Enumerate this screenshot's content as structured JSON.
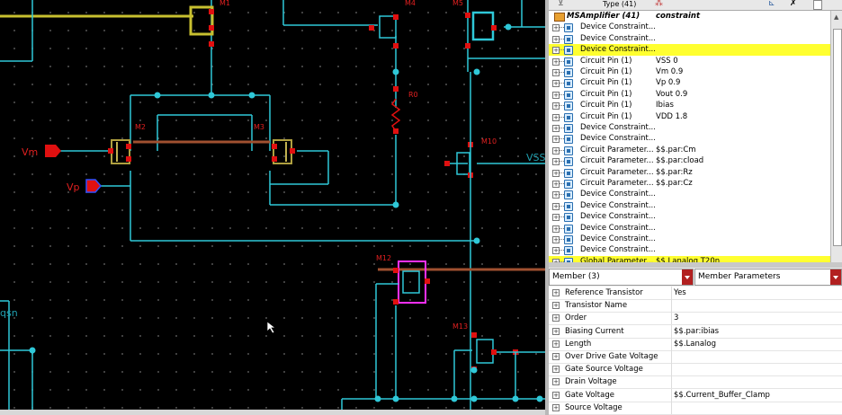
{
  "tree_header": {
    "type_label": "Type (41)"
  },
  "tree": {
    "root": {
      "name": "MSAmplifier (41)",
      "value": "constraint"
    },
    "rows": [
      {
        "name": "Device Constraint...",
        "value": "",
        "highlight": false
      },
      {
        "name": "Device Constraint...",
        "value": "",
        "highlight": false
      },
      {
        "name": "Device Constraint...",
        "value": "",
        "highlight": true
      },
      {
        "name": "Circuit Pin (1)",
        "value": "VSS 0",
        "highlight": false
      },
      {
        "name": "Circuit Pin (1)",
        "value": "Vm 0.9",
        "highlight": false
      },
      {
        "name": "Circuit Pin (1)",
        "value": "Vp 0.9",
        "highlight": false
      },
      {
        "name": "Circuit Pin (1)",
        "value": "Vout 0.9",
        "highlight": false
      },
      {
        "name": "Circuit Pin (1)",
        "value": "Ibias",
        "highlight": false
      },
      {
        "name": "Circuit Pin (1)",
        "value": "VDD 1.8",
        "highlight": false
      },
      {
        "name": "Device Constraint...",
        "value": "",
        "highlight": false
      },
      {
        "name": "Device Constraint...",
        "value": "",
        "highlight": false
      },
      {
        "name": "Circuit Parameter...",
        "value": "$$.par:Cm",
        "highlight": false
      },
      {
        "name": "Circuit Parameter...",
        "value": "$$.par:cload",
        "highlight": false
      },
      {
        "name": "Circuit Parameter...",
        "value": "$$.par:Rz",
        "highlight": false
      },
      {
        "name": "Circuit Parameter...",
        "value": "$$.par:Cz",
        "highlight": false
      },
      {
        "name": "Device Constraint...",
        "value": "",
        "highlight": false
      },
      {
        "name": "Device Constraint...",
        "value": "",
        "highlight": false
      },
      {
        "name": "Device Constraint...",
        "value": "",
        "highlight": false
      },
      {
        "name": "Device Constraint...",
        "value": "",
        "highlight": false
      },
      {
        "name": "Device Constraint...",
        "value": "",
        "highlight": false
      },
      {
        "name": "Device Constraint...",
        "value": "",
        "highlight": false
      },
      {
        "name": "Global Parameter...",
        "value": "$$.Lanalog T20n",
        "highlight": true
      }
    ]
  },
  "member_combo": {
    "value": "Member (3)"
  },
  "params_combo": {
    "value": "Member Parameters"
  },
  "properties": [
    {
      "name": "Reference Transistor",
      "value": "Yes"
    },
    {
      "name": "Transistor Name",
      "value": ""
    },
    {
      "name": "Order",
      "value": "3"
    },
    {
      "name": "Biasing Current",
      "value": "$$.par:ibias"
    },
    {
      "name": "Length",
      "value": "$$.Lanalog"
    },
    {
      "name": "Over Drive Gate Voltage",
      "value": ""
    },
    {
      "name": "Gate Source Voltage",
      "value": ""
    },
    {
      "name": "Drain Voltage",
      "value": ""
    },
    {
      "name": "Gate Voltage",
      "value": "$$.Current_Buffer_Clamp"
    },
    {
      "name": "Source Voltage",
      "value": ""
    }
  ],
  "schematic": {
    "labels": {
      "m1": "M1",
      "m4": "M4",
      "m5": "M5",
      "m2": "M2",
      "m3": "M3",
      "r0": "R0",
      "m10": "M10",
      "m12": "M12",
      "m13": "M13",
      "vm": "Vm",
      "vp": "Vp",
      "vss": "VSS",
      "qsn": "qsn"
    },
    "colors": {
      "wire": "#2fc8d8",
      "pin": "#e01010",
      "selected": "#ff30ff",
      "highlight_wire": "#c0b020"
    }
  }
}
